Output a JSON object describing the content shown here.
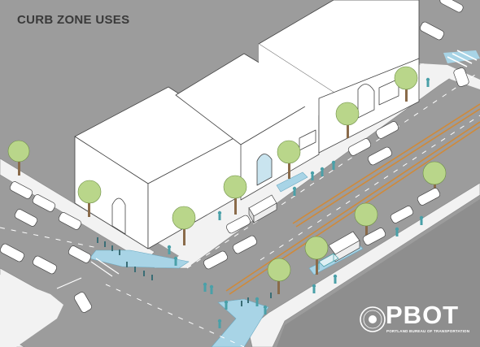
{
  "title": "CURB ZONE USES",
  "logo": {
    "name": "PBOT",
    "subtitle": "PORTLAND BUREAU OF TRANSPORTATION"
  },
  "colors": {
    "road": "#9c9c9c",
    "sidewalk": "#f2f2f2",
    "building": "#ffffff",
    "curb_zone": "#a8d4e6",
    "lane_stripe": "#d08a3a",
    "tree": "#b9d68a",
    "people": "#4aa0a8"
  }
}
